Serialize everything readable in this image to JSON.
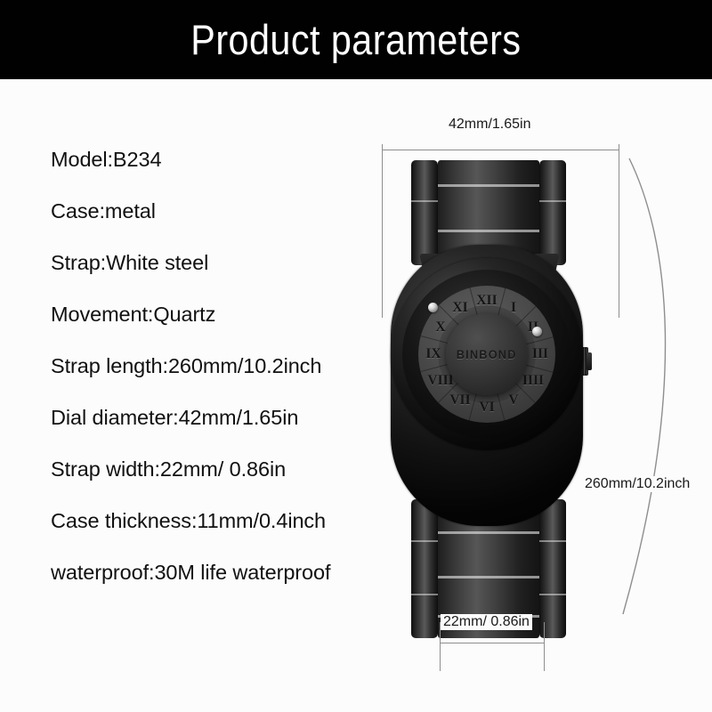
{
  "header": {
    "title": "Product parameters",
    "background_color": "#010101",
    "text_color": "#ffffff"
  },
  "page": {
    "background_color": "#fcfcfc",
    "text_color": "#111111"
  },
  "specs": [
    {
      "label": "Model",
      "value": "B234",
      "text": "Model:B234"
    },
    {
      "label": "Case",
      "value": "metal",
      "text": "Case:metal"
    },
    {
      "label": "Strap",
      "value": "White steel",
      "text": "Strap:White steel"
    },
    {
      "label": "Movement",
      "value": "Quartz",
      "text": "Movement:Quartz"
    },
    {
      "label": "Strap length",
      "value": "260mm/10.2inch",
      "text": "Strap length:260mm/10.2inch"
    },
    {
      "label": "Dial diameter",
      "value": "42mm/1.65in",
      "text": "Dial diameter:42mm/1.65in"
    },
    {
      "label": "Strap width",
      "value": "22mm/ 0.86in",
      "text": "Strap width:22mm/ 0.86in"
    },
    {
      "label": "Case thickness",
      "value": "11mm/0.4inch",
      "text": "Case thickness:11mm/0.4inch"
    },
    {
      "label": "waterproof",
      "value": "30M life waterproof",
      "text": "waterproof:30M life waterproof"
    }
  ],
  "dimensions": {
    "dial_diameter": "42mm/1.65in",
    "strap_length": "260mm/10.2inch",
    "strap_width": "22mm/ 0.86in",
    "line_color": "#8e8e8e"
  },
  "product": {
    "brand": "BINBOND",
    "dial_numerals": [
      "XII",
      "I",
      "II",
      "III",
      "IIII",
      "V",
      "VI",
      "VII",
      "VIII",
      "IX",
      "X",
      "XI"
    ],
    "case_color": "#0a0a0a",
    "dial_color": "#4a4a4a",
    "marker_color": "#d6d6d6"
  }
}
